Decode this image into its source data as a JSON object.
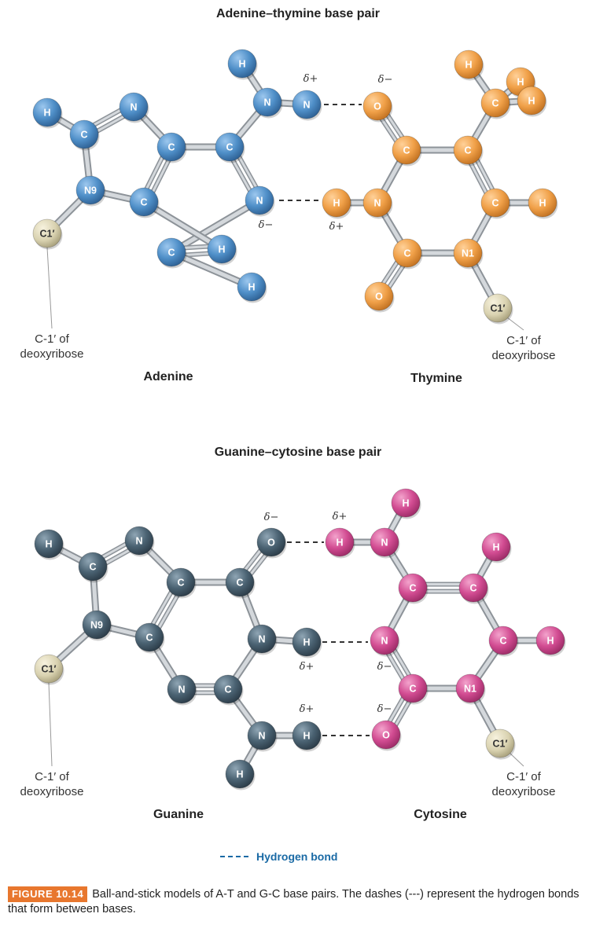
{
  "at_pair": {
    "title": "Adenine–thymine base pair",
    "left_name": "Adenine",
    "right_name": "Thymine",
    "left_c1_label": [
      "C-1′ of",
      "deoxyribose"
    ],
    "right_c1_label": [
      "C-1′ of",
      "deoxyribose"
    ],
    "color_left": "#4f8fc8",
    "color_right": "#f0a048",
    "atoms_left": [
      "H",
      "C",
      "N",
      "N9",
      "C1′",
      "C",
      "C",
      "C",
      "N",
      "N",
      "C",
      "H",
      "N",
      "H",
      "H"
    ],
    "atoms_right": [
      "H",
      "C",
      "H",
      "H",
      "O",
      "C",
      "C",
      "N",
      "H",
      "C",
      "H",
      "C",
      "N1",
      "O",
      "C1′"
    ],
    "deltas": [
      "δ+",
      "δ−",
      "δ−",
      "δ+"
    ]
  },
  "gc_pair": {
    "title": "Guanine–cytosine base pair",
    "left_name": "Guanine",
    "right_name": "Cytosine",
    "left_c1_label": [
      "C-1′ of",
      "deoxyribose"
    ],
    "right_c1_label": [
      "C-1′ of",
      "deoxyribose"
    ],
    "color_left": "#4a6272",
    "color_right": "#d24c92",
    "atoms_left": [
      "H",
      "C",
      "N",
      "N9",
      "C1′",
      "C",
      "C",
      "C",
      "O",
      "N",
      "H",
      "N",
      "C",
      "N",
      "H",
      "H"
    ],
    "atoms_right": [
      "H",
      "N",
      "H",
      "C",
      "C",
      "H",
      "N",
      "C",
      "H",
      "C",
      "N1",
      "O",
      "C1′"
    ],
    "deltas": [
      "δ−",
      "δ+",
      "δ+",
      "δ−",
      "δ+",
      "δ−"
    ]
  },
  "legend": {
    "label": "Hydrogen bond"
  },
  "caption": {
    "figure_label": "FIGURE 10.14",
    "text": "Ball-and-stick models of A-T and G-C base pairs. The dashes (---) represent the hydrogen bonds that form between bases."
  },
  "colors": {
    "c1_atom": "#d9d2b0",
    "bond": "#b9bdc1",
    "legend_text": "#1a6aa5",
    "figure_label_bg": "#e8772e"
  }
}
